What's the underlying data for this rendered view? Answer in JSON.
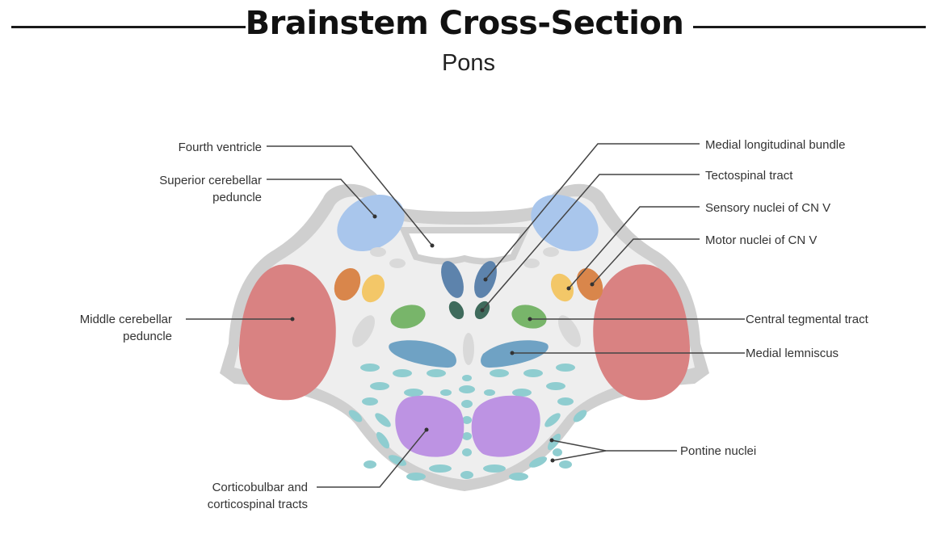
{
  "title": "Brainstem Cross-Section",
  "subtitle": "Pons",
  "labels": {
    "fourth_ventricle": "Fourth ventricle",
    "superior_cerebellar_peduncle_1": "Superior cerebellar",
    "superior_cerebellar_peduncle_2": "peduncle",
    "middle_cerebellar_peduncle_1": "Middle cerebellar",
    "middle_cerebellar_peduncle_2": "peduncle",
    "corticobulbar_1": "Corticobulbar and",
    "corticobulbar_2": "corticospinal tracts",
    "medial_longitudinal_bundle": "Medial longitudinal bundle",
    "tectospinal_tract": "Tectospinal tract",
    "sensory_nuclei": "Sensory nuclei of CN V",
    "motor_nuclei": "Motor nuclei of CN V",
    "central_tegmental_tract": "Central tegmental tract",
    "medial_lemniscus": "Medial lemniscus",
    "pontine_nuclei": "Pontine nuclei"
  },
  "colors": {
    "outline": "#cfcfcf",
    "tissue": "#eeeeee",
    "superior_cerebellar_peduncle": "#a9c6ec",
    "middle_cerebellar_peduncle": "#d98282",
    "motor_nuclei": "#d9864b",
    "sensory_nuclei": "#f3c768",
    "medial_longitudinal_bundle": "#5d83ac",
    "tectospinal_tract": "#3f6b5c",
    "central_tegmental_tract": "#78b56a",
    "medial_lemniscus": "#6fa2c4",
    "pontine_nuclei": "#8fcdd0",
    "corticospinal_tracts": "#bd93e3"
  }
}
